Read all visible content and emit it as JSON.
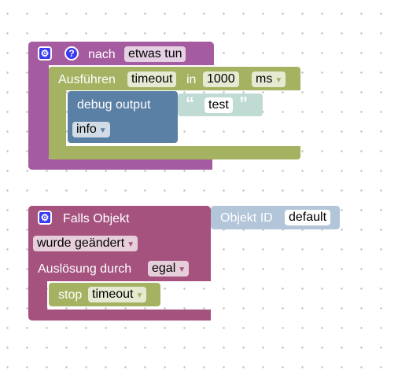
{
  "colors": {
    "purple": "#a55b9f",
    "olive": "#a5b262",
    "blue": "#5b80a5",
    "mint": "#bfdbd4",
    "maroon": "#a5527f",
    "lightblue": "#b2c5d9"
  },
  "block1": {
    "label": "nach",
    "event": "etwas tun",
    "gear_icon": "gear-icon",
    "help_icon": "help-icon",
    "run": {
      "label": "Ausführen",
      "name": "timeout",
      "in": "in",
      "value": "1000",
      "unit": "ms",
      "debug": {
        "label": "debug output",
        "quote_open": "“",
        "text": "test",
        "quote_close": "”",
        "level": "info"
      }
    }
  },
  "block2": {
    "label": "Falls Objekt",
    "object_id_label": "Objekt ID",
    "object_id_value": "default",
    "change": "wurde geändert",
    "trigger_label": "Auslösung durch",
    "trigger_value": "egal",
    "gear_icon": "gear-icon",
    "stop": {
      "label": "stop",
      "name": "timeout"
    }
  }
}
